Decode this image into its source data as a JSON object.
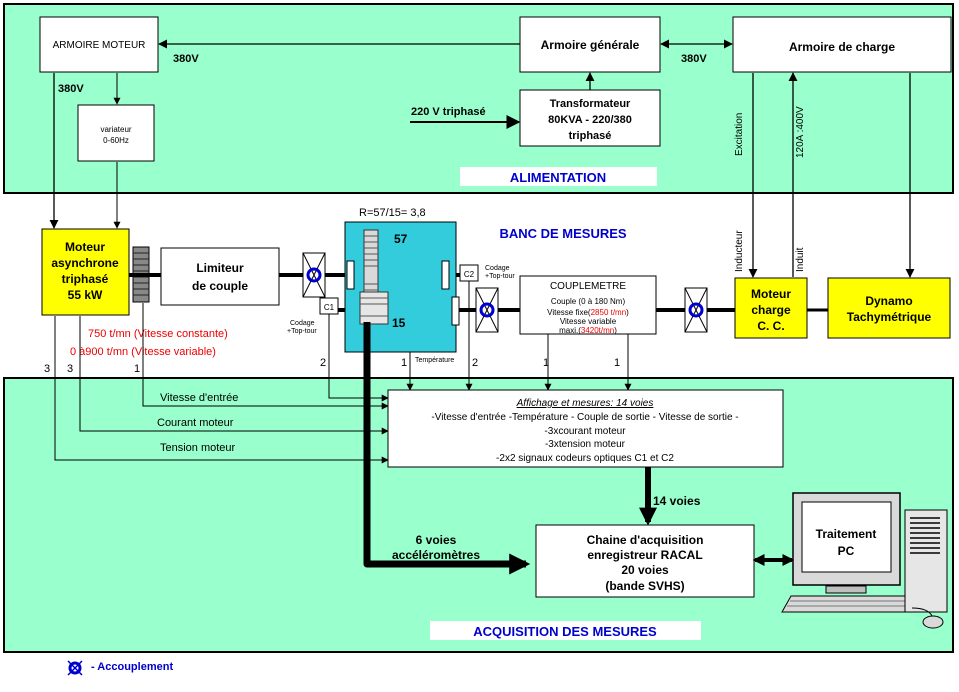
{
  "colors": {
    "panel": "#99ffcc",
    "motor_yellow": "#ffff00",
    "gearbox_cyan": "#33ccdd",
    "label_blue": "#0000cc",
    "text_red": "#ee0000",
    "line_black": "#000000"
  },
  "alimentation": {
    "title": "ALIMENTATION",
    "armoire_moteur": "ARMOIRE MOTEUR",
    "armoire_generale": "Armoire générale",
    "armoire_charge": "Armoire de charge",
    "volt_380_a": "380V",
    "volt_380_b": "380V",
    "volt_380_c": "380V",
    "variateur_1": "variateur",
    "variateur_2": "0-60Hz",
    "triphase_in": "220 V triphasé",
    "transfo_1": "Transformateur",
    "transfo_2": "80KVA - 220/380",
    "transfo_3": "triphasé",
    "excitation": "Excitation",
    "volt_120": "120A :400V"
  },
  "banc": {
    "title": "BANC DE MESURES",
    "moteur_1": "Moteur",
    "moteur_2": "asynchrone",
    "moteur_3": "triphasé",
    "moteur_4": "55 kW",
    "limiteur_1": "Limiteur",
    "limiteur_2": "de couple",
    "ratio": "R=57/15= 3,8",
    "gear_57": "57",
    "gear_15": "15",
    "c1": "C1",
    "c2": "C2",
    "codage_c1_1": "Codage",
    "codage_c1_2": "+Top-tour",
    "codage_c2_1": "Codage",
    "codage_c2_2": "+Top-tour",
    "temperature": "Température",
    "couplemetre_title": "COUPLEMETRE",
    "couplemetre_1": "Couple (0 à 180 Nm)",
    "couplemetre_2a": "Vitesse fixe(",
    "couplemetre_2b": "2850 t/mn",
    "couplemetre_2c": ")",
    "couplemetre_3": "Vitesse variable",
    "couplemetre_4a": "maxi.(",
    "couplemetre_4b": "3420t/mn",
    "couplemetre_4c": ")",
    "inducteur": "Inducteur",
    "induit": "Induit",
    "charge_1": "Moteur",
    "charge_2": "charge",
    "charge_3": "C. C.",
    "dynamo_1": "Dynamo",
    "dynamo_2": "Tachymétrique",
    "speed_fixed": "750 t/mn  (Vitesse  constante)",
    "speed_var": "0 à900 t/mn  (Vitesse  variable)"
  },
  "counts": {
    "n3a": "3",
    "n3b": "3",
    "n1a": "1",
    "n2a": "2",
    "n1b": "1",
    "n2b": "2",
    "n1c": "1",
    "n1d": "1"
  },
  "acquisition": {
    "title": "ACQUISITION DES MESURES",
    "vitesse_entree": "Vitesse d'entrée",
    "courant_moteur": "Courant moteur",
    "tension_moteur": "Tension moteur",
    "aff_title": "Affichage et mesures: 14 voies",
    "aff_1": "-Vitesse d'entrée -Température - Couple de sortie - Vitesse de sortie -",
    "aff_2": "-3xcourant moteur",
    "aff_3": "-3xtension moteur",
    "aff_4": "-2x2 signaux codeurs optiques C1 et C2",
    "voies_14": "14 voies",
    "voies_6_1": "6 voies",
    "voies_6_2": "accéléromètres",
    "chaine_1": "Chaine d'acquisition",
    "chaine_2": "enregistreur RACAL",
    "chaine_3": "20 voies",
    "chaine_4": "(bande SVHS)",
    "pc_1": "Traitement",
    "pc_2": "PC"
  },
  "legend": {
    "accouplement": "- Accouplement"
  }
}
